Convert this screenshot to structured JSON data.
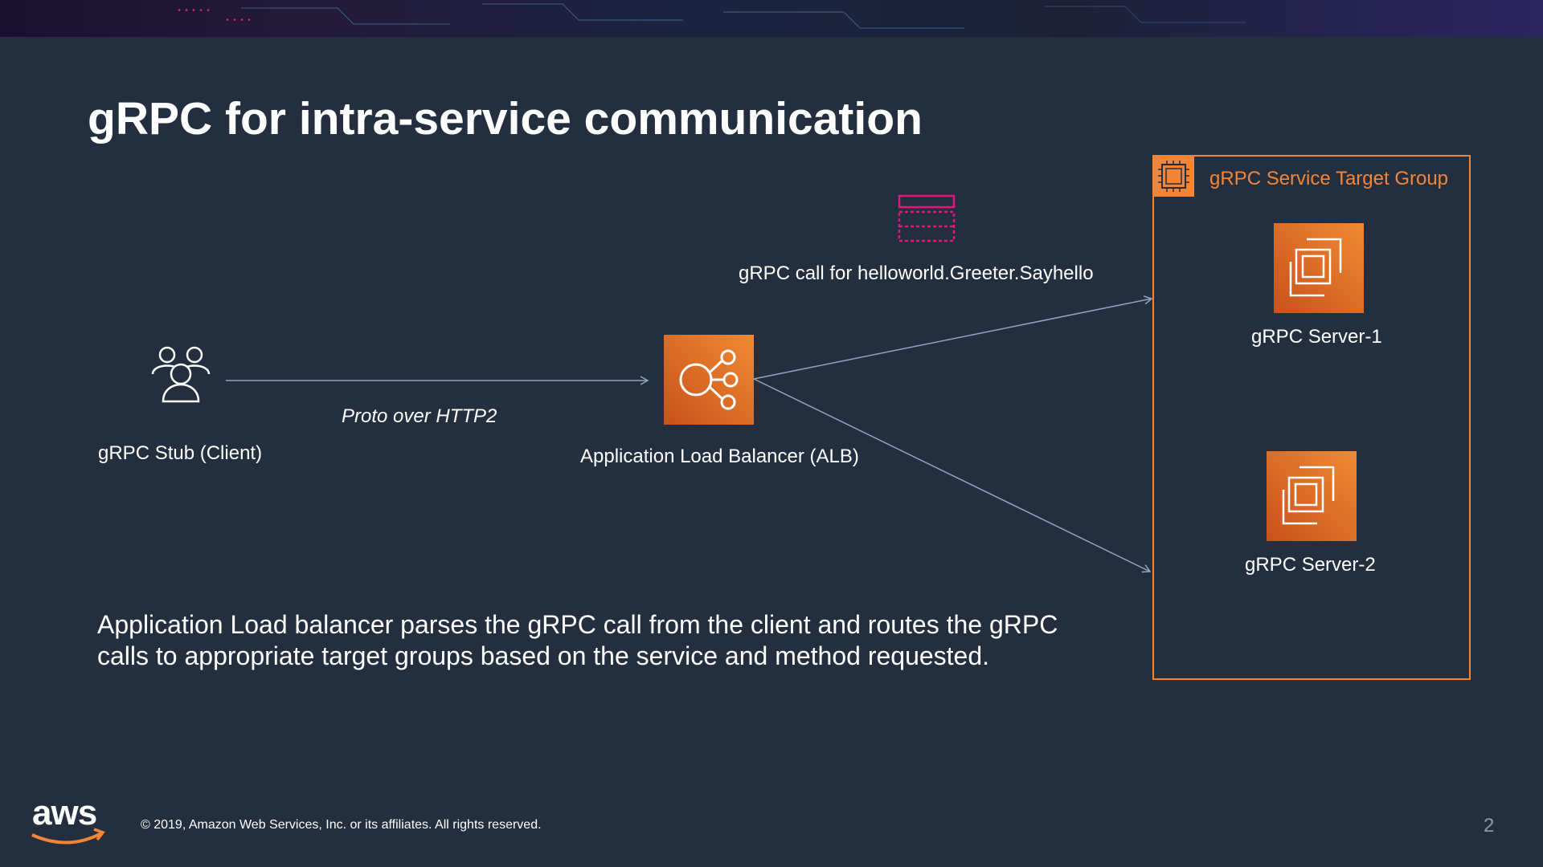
{
  "slide": {
    "title": "gRPC for intra-service communication",
    "page_number": "2"
  },
  "diagram": {
    "client_label": "gRPC Stub (Client)",
    "edge_label": "Proto over HTTP2",
    "alb_label": "Application Load Balancer (ALB)",
    "call_label": "gRPC call for helloworld.Greeter.Sayhello",
    "target_group_label": "gRPC Service Target Group",
    "server1_label": "gRPC Server-1",
    "server2_label": "gRPC Server-2"
  },
  "description": "Application Load balancer parses the gRPC call from the client and routes the gRPC calls to appropriate target groups based on the service and method requested.",
  "footer": {
    "logo_text": "aws",
    "copyright": "© 2019, Amazon Web Services, Inc. or its affiliates. All rights reserved."
  },
  "icons": {
    "client": "users-icon",
    "alb": "load-balancer-icon",
    "message": "message-frame-icon",
    "target_group": "chip-icon",
    "server": "ec2-instances-icon"
  },
  "colors": {
    "background": "#232f3e",
    "accent_orange": "#f58536",
    "message_pink": "#e7157b",
    "arrow": "#8fa6c4",
    "page_number": "#8d99a8"
  }
}
